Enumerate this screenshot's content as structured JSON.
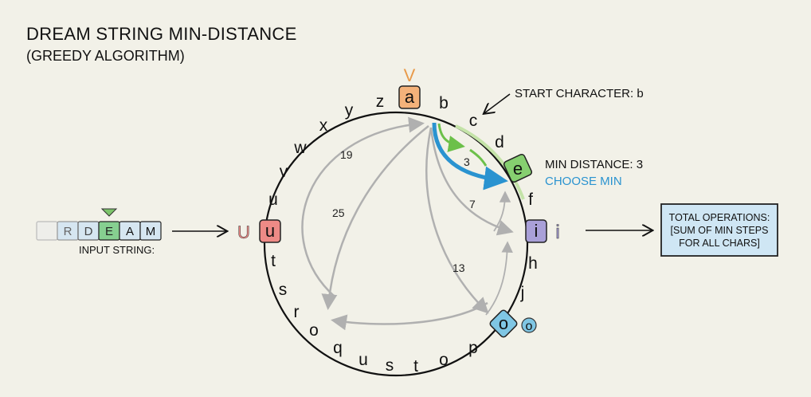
{
  "title": "DREAM STRING MIN-DISTANCE",
  "subtitle": "(GREEDY ALGORITHM)",
  "input": {
    "cells": [
      "",
      "R",
      "D",
      "E",
      "A",
      "M"
    ],
    "label": "INPUT STRING:",
    "current_index": 3
  },
  "ring_letters": {
    "z": "z",
    "b": "b",
    "c": "c",
    "d": "d",
    "f": "f",
    "h": "h",
    "j": "j",
    "p": "p",
    "o1": "o",
    "t1": "t",
    "s1": "s",
    "u1": "u",
    "q": "q",
    "o2": "o",
    "r": "r",
    "s2": "s",
    "t2": "t",
    "u2": "u",
    "v": "v",
    "w": "w",
    "x": "x",
    "y": "y"
  },
  "highlighted": {
    "a": "a",
    "a_upper": "V",
    "e": "e",
    "i": "i",
    "i_alt": "i",
    "o": "o",
    "o_alt": "o",
    "u": "u",
    "u_alt": "U"
  },
  "annotations": {
    "start": "START CHARACTER: b",
    "min_distance": "MIN DISTANCE: 3",
    "choose": "CHOOSE MIN"
  },
  "distances": {
    "blue": "3",
    "d7": "7",
    "d13": "13",
    "d19": "19",
    "d25": "25"
  },
  "total_box": [
    "TOTAL OPERATIONS:",
    "[SUM OF MIN STEPS",
    "FOR ALL CHARS]"
  ],
  "colors": {
    "a": "#f4b27a",
    "e": "#86cf70",
    "i": "#a9a0d8",
    "o": "#7fc6e4",
    "u": "#ee8a86",
    "blue": "#2a93d0",
    "green": "#6cc04a",
    "gray": "#b0b0b0",
    "box": "#cfe6f4"
  }
}
